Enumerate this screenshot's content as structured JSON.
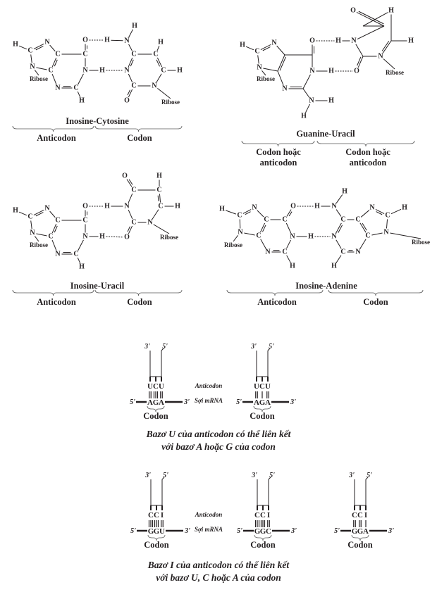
{
  "pairs": [
    {
      "title": "Inosine-Cytosine",
      "left_label": [
        "Anticodon"
      ],
      "right_label": [
        "Codon"
      ],
      "atoms": [
        "H",
        "C",
        "N",
        "N",
        "C",
        "C",
        "C",
        "O",
        "N",
        "C",
        "N",
        "H",
        "H",
        "N",
        "H",
        "C",
        "C",
        "H",
        "C",
        "H",
        "N",
        "C",
        "O",
        "N",
        "H"
      ],
      "ribose": "Ribose"
    },
    {
      "title": "Guanine-Uracil",
      "left_label": [
        "Codon hoặc",
        "anticodon"
      ],
      "right_label": [
        "Codon hoặc",
        "anticodon"
      ],
      "atoms": [
        "H",
        "C",
        "N",
        "N",
        "",
        "",
        "",
        "O",
        "N",
        "",
        "N",
        "N",
        "H",
        "H",
        "H",
        "O",
        "",
        "",
        "H",
        "",
        "H",
        "N",
        "",
        "O",
        "N",
        "H"
      ],
      "ribose": "Ribose"
    },
    {
      "title": "Inosine-Uracil",
      "left_label": [
        "Anticodon"
      ],
      "right_label": [
        "Codon"
      ],
      "atoms": [
        "H",
        "C",
        "N",
        "N",
        "C",
        "C",
        "C",
        "O",
        "N",
        "C",
        "N",
        "H",
        "H",
        "O",
        "C",
        "C",
        "H",
        "C",
        "H",
        "N",
        "C",
        "O",
        "N",
        "H"
      ],
      "ribose": "Ribose"
    },
    {
      "title": "Inosine-Adenine",
      "left_label": [
        "Anticodon"
      ],
      "right_label": [
        "Codon"
      ],
      "atoms": [
        "H",
        "C",
        "N",
        "N",
        "C",
        "C",
        "C",
        "O",
        "N",
        "C",
        "N",
        "H",
        "H",
        "N",
        "H",
        "C",
        "C",
        "N",
        "C",
        "H",
        "N",
        "C",
        "N",
        "C",
        "H",
        "N",
        "H"
      ],
      "ribose": "Ribose"
    }
  ],
  "trna_rows": [
    {
      "anticodon_label": "Anticodon",
      "mrna_label": "Sợi mRNA",
      "codon_label": "Codon",
      "caption": [
        "Bazơ U của anticodon có thể liên kết",
        "với bazơ A hoặc G của codon"
      ],
      "diagrams": [
        {
          "anticodon": [
            "U",
            "C",
            "U"
          ],
          "codon": [
            "A",
            "G",
            "A"
          ],
          "bonds": [
            2,
            3,
            2
          ]
        },
        {
          "anticodon": [
            "U",
            "C",
            "U"
          ],
          "codon": [
            "A",
            "G",
            "A"
          ],
          "bonds": [
            2,
            1,
            2
          ]
        }
      ]
    },
    {
      "anticodon_label": "Anticodon",
      "mrna_label": "Sợi mRNA",
      "codon_label": "Codon",
      "caption": [
        "Bazơ I của anticodon có thể liên kết",
        "với bazơ U, C hoặc A của codon"
      ],
      "diagrams": [
        {
          "anticodon": [
            "C",
            "C",
            "I"
          ],
          "codon": [
            "G",
            "G",
            "U"
          ],
          "bonds": [
            3,
            3,
            2
          ]
        },
        {
          "anticodon": [
            "C",
            "C",
            "I"
          ],
          "codon": [
            "G",
            "G",
            "C"
          ],
          "bonds": [
            3,
            3,
            2
          ]
        },
        {
          "anticodon": [
            "C",
            "C",
            "I"
          ],
          "codon": [
            "G",
            "G",
            "A"
          ],
          "bonds": [
            2,
            2,
            1
          ]
        }
      ]
    }
  ],
  "strand_ends": {
    "three": "3'",
    "five": "5'"
  }
}
